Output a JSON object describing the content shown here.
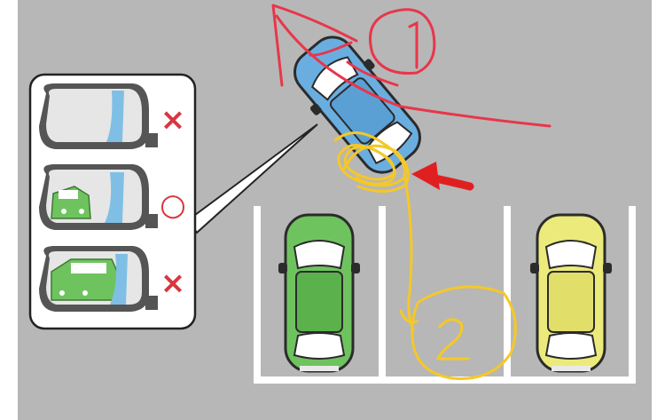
{
  "colors": {
    "background": "#ffffff",
    "asphalt": "#b7b7b7",
    "lot_lines": "#ffffff",
    "panel_fill": "#ffffff",
    "panel_border": "#222222",
    "mirror_frame": "#555555",
    "mirror_glass": "#e6e6e6",
    "mirror_car_reflection": "#7fbfe6",
    "maneuvering_car": "#6aaee0",
    "parked_car_left": "#6fc35f",
    "parked_car_right": "#ecea7a",
    "cross_mark": "#d9363e",
    "circle_mark": "#d9363e",
    "red_scribble": "#e8364a",
    "yellow_scribble": "#f5c827",
    "arrow": "#e02020"
  },
  "mirror_checks": [
    {
      "view": "mirror-mostly-empty",
      "verdict": "×"
    },
    {
      "view": "mirror-green-car-partial",
      "verdict": "○"
    },
    {
      "view": "mirror-green-car-full",
      "verdict": "×"
    }
  ],
  "handwritten_steps": [
    {
      "label": "①",
      "color": "red"
    },
    {
      "label": "②",
      "color": "yellow"
    }
  ]
}
